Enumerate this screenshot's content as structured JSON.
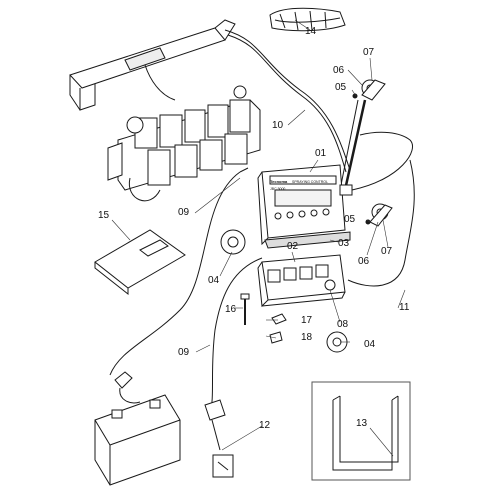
{
  "callouts": {
    "c01": "01",
    "c02": "02",
    "c03": "03",
    "c04a": "04",
    "c04b": "04",
    "c05a": "05",
    "c05b": "05",
    "c06a": "06",
    "c06b": "06",
    "c07a": "07",
    "c07b": "07",
    "c08": "08",
    "c09a": "09",
    "c09b": "09",
    "c10": "10",
    "c11": "11",
    "c12": "12",
    "c13": "13",
    "c14": "14",
    "c15": "15",
    "c16": "16",
    "c17": "17",
    "c18": "18"
  },
  "panel_top": {
    "brand": "Tecnoma",
    "title": "SPRAYING CONTROL",
    "model": "JBC 5000"
  },
  "colors": {
    "line": "#1a1a1a",
    "fill": "#ffffff",
    "shade": "#d8d8d8"
  }
}
